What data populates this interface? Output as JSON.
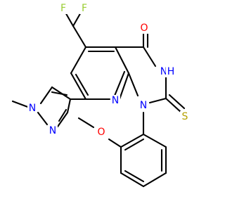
{
  "colors": {
    "bond": "#000000",
    "F": "#9acd32",
    "O": "#ff0000",
    "N": "#0000ff",
    "S": "#b5a000",
    "background": "#ffffff"
  },
  "atom_labels": {
    "f1": "F",
    "f2": "F",
    "o_carbonyl": "O",
    "nh": "N",
    "h": "H",
    "n_ring_top": "N",
    "n_pyridine": "N",
    "s_thione": "S",
    "o_methoxy": "O",
    "n_pyrazole_1": "N",
    "n_pyrazole_2": "N"
  }
}
